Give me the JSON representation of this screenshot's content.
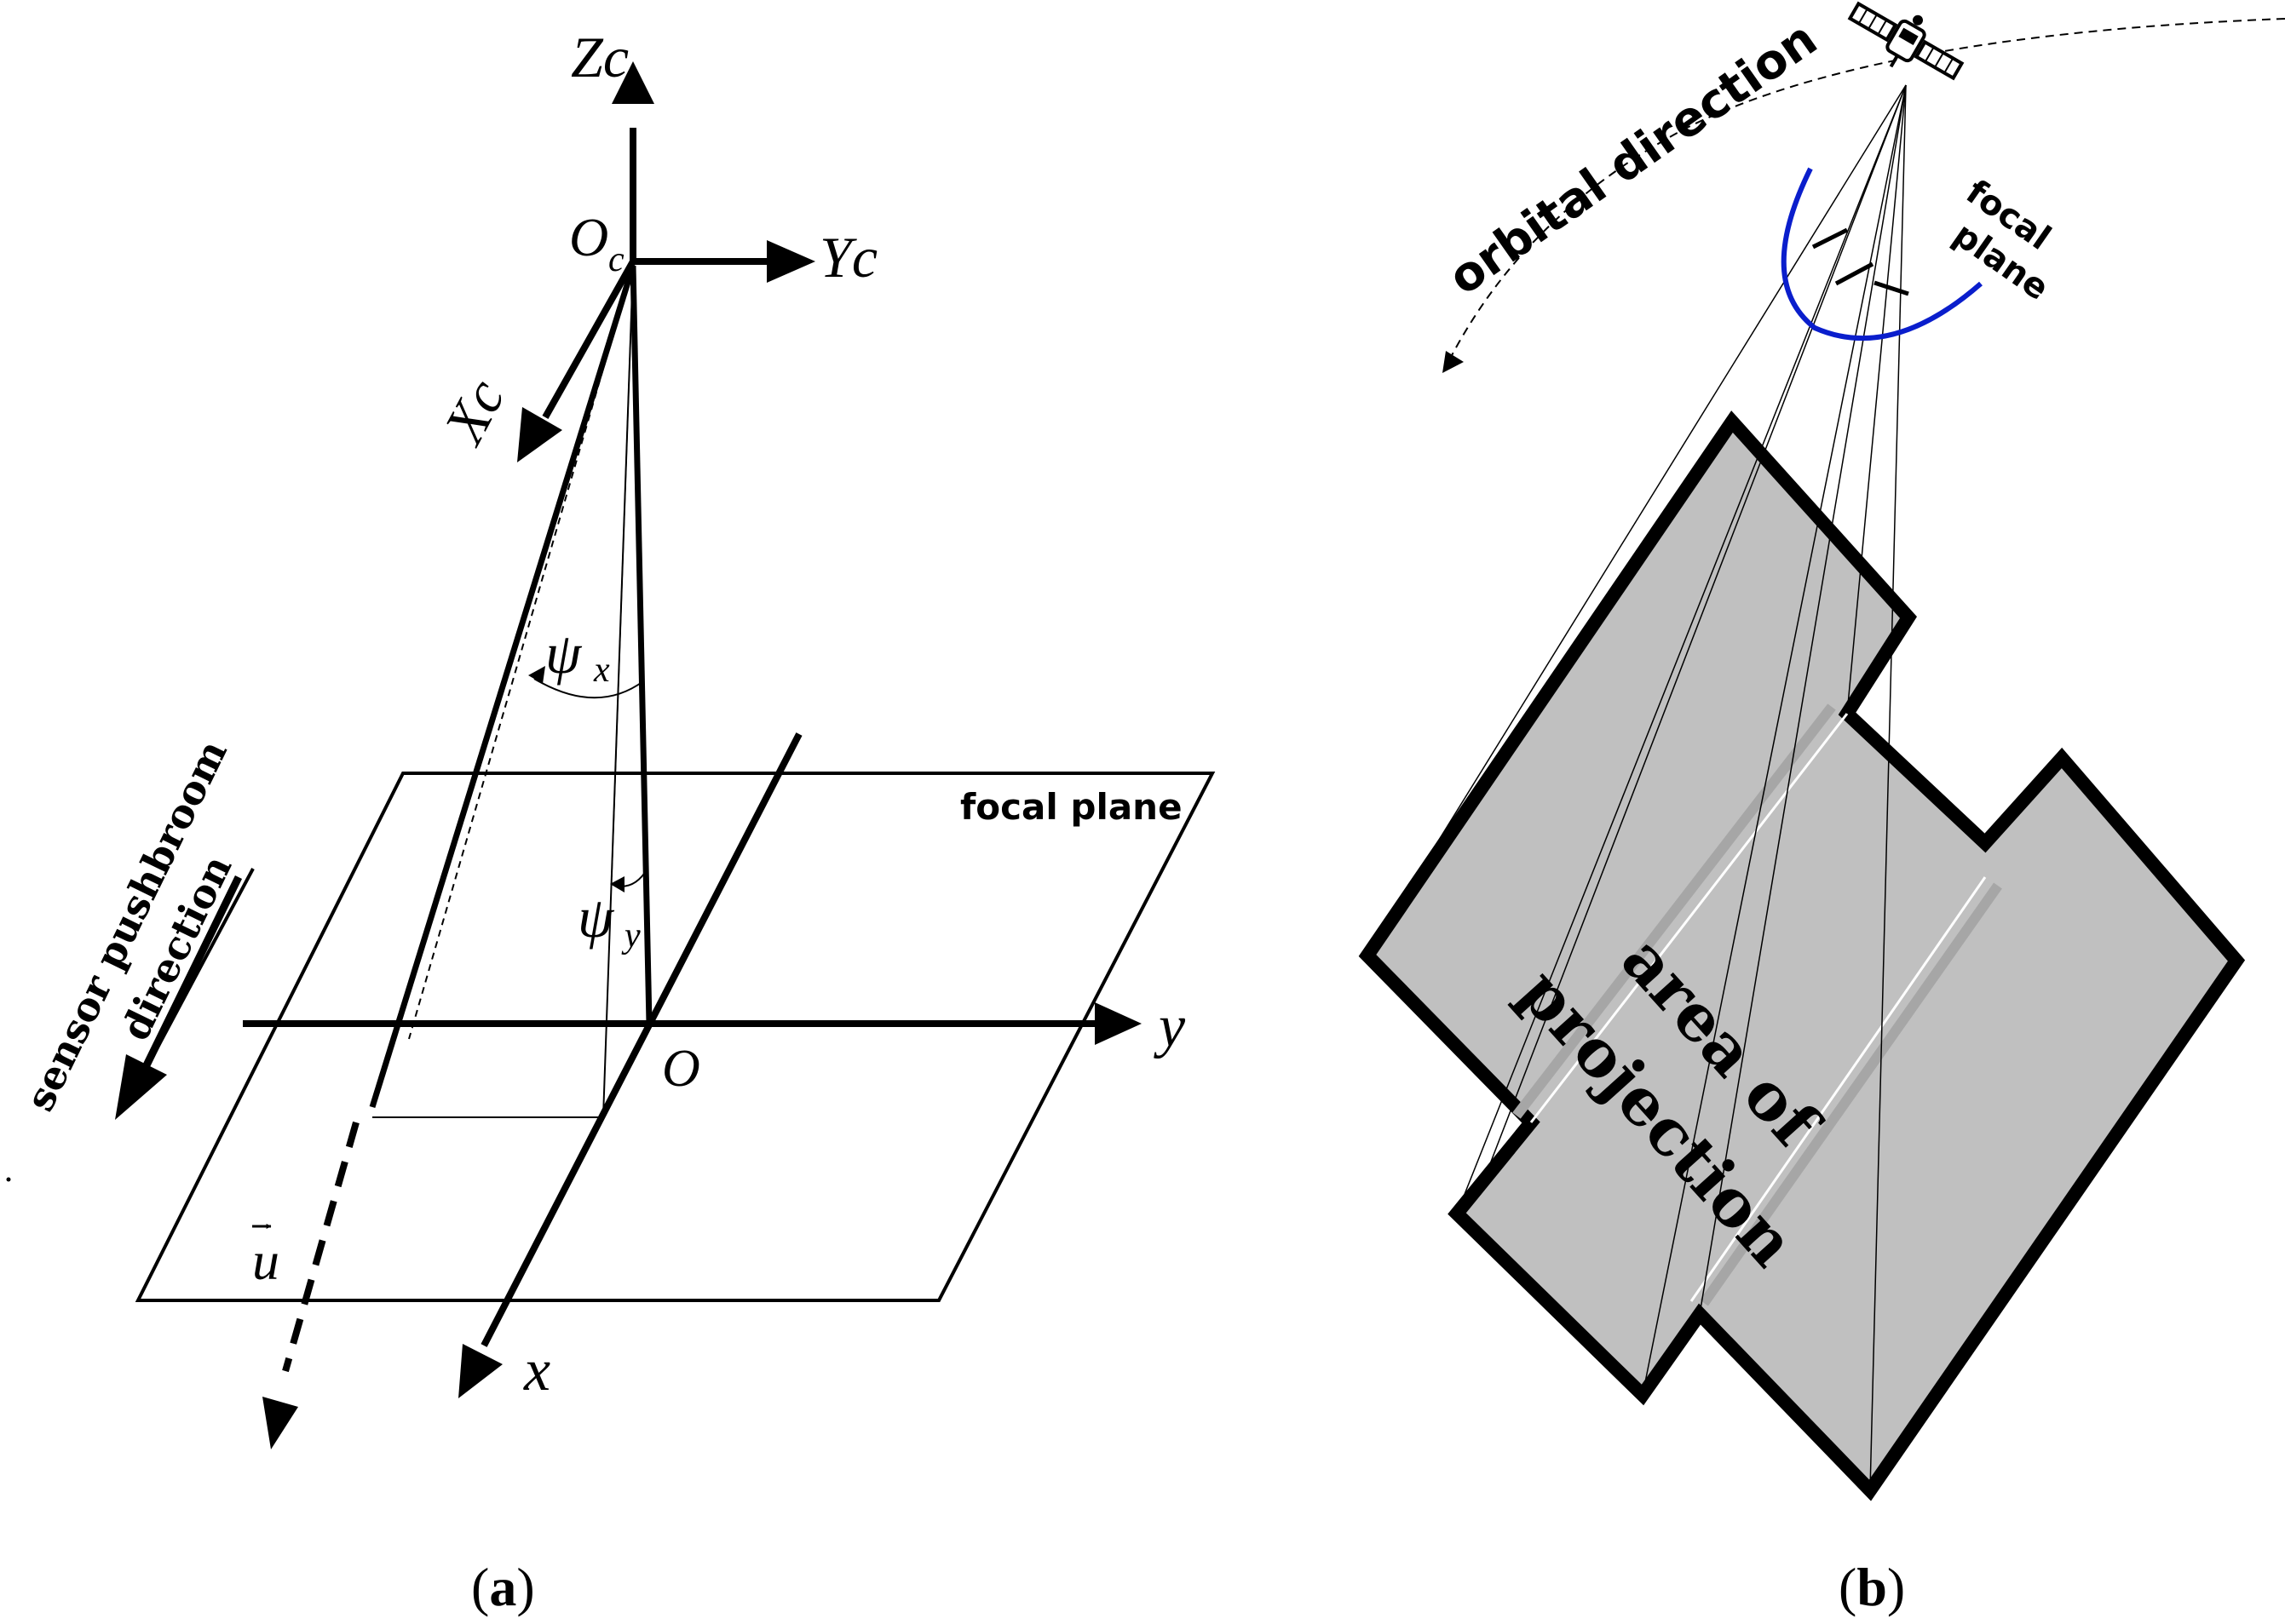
{
  "panel_a": {
    "axis_zc": "Zc",
    "axis_yc": "Yc",
    "axis_xc": "Xc",
    "origin_c": "O",
    "origin_c_sub": "c",
    "psi_x": "ψ",
    "psi_x_sub": "x",
    "psi_y": "ψ",
    "psi_y_sub": "y",
    "focal_plane": "focal plane",
    "axis_y": "y",
    "axis_x": "x",
    "origin": "O",
    "vector_u": "u",
    "pushbroom_line1": "sensor pushbroom",
    "pushbroom_line2": "direction",
    "caption_open": "(",
    "caption_letter": "a",
    "caption_close": ")"
  },
  "panel_b": {
    "orbital_direction": "orbital direction",
    "focal_line1": "focal",
    "focal_line2": "plane",
    "area_line1": "area of",
    "area_line2": "projection",
    "caption_open": "(",
    "caption_letter": "b",
    "caption_close": ")"
  },
  "colors": {
    "ink": "#000000",
    "projection_fill": "#c0c0c0",
    "focal_curve": "#0a1ecc"
  }
}
